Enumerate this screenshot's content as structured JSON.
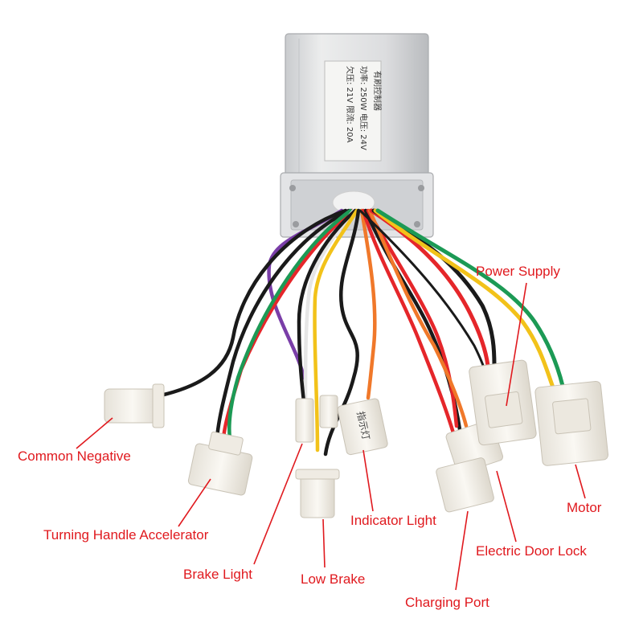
{
  "controller": {
    "plate_lines": [
      "有刷控制器",
      "功率: 250W 电压: 24V",
      "欠压: 21V 限流: 20A"
    ]
  },
  "connector_marking": "指示灯",
  "labels": {
    "power_supply": "Power Supply",
    "common_negative": "Common Negative",
    "turning_handle_accelerator": "Turning Handle Accelerator",
    "brake_light": "Brake Light",
    "low_brake": "Low Brake",
    "indicator_light": "Indicator Light",
    "charging_port": "Charging Port",
    "electric_door_lock": "Electric Door Lock",
    "motor": "Motor"
  },
  "colors": {
    "label_red": "#e0191e",
    "wire_black": "#1a1a1a",
    "wire_red": "#e5262a",
    "wire_green": "#1c9a55",
    "wire_yellow": "#f2c21a",
    "wire_orange": "#f0782a",
    "wire_purple": "#7a3ea8",
    "wire_white": "#f2f2f2",
    "housing_silver": "#d9dadc",
    "connector_white": "#f4f1ea"
  }
}
